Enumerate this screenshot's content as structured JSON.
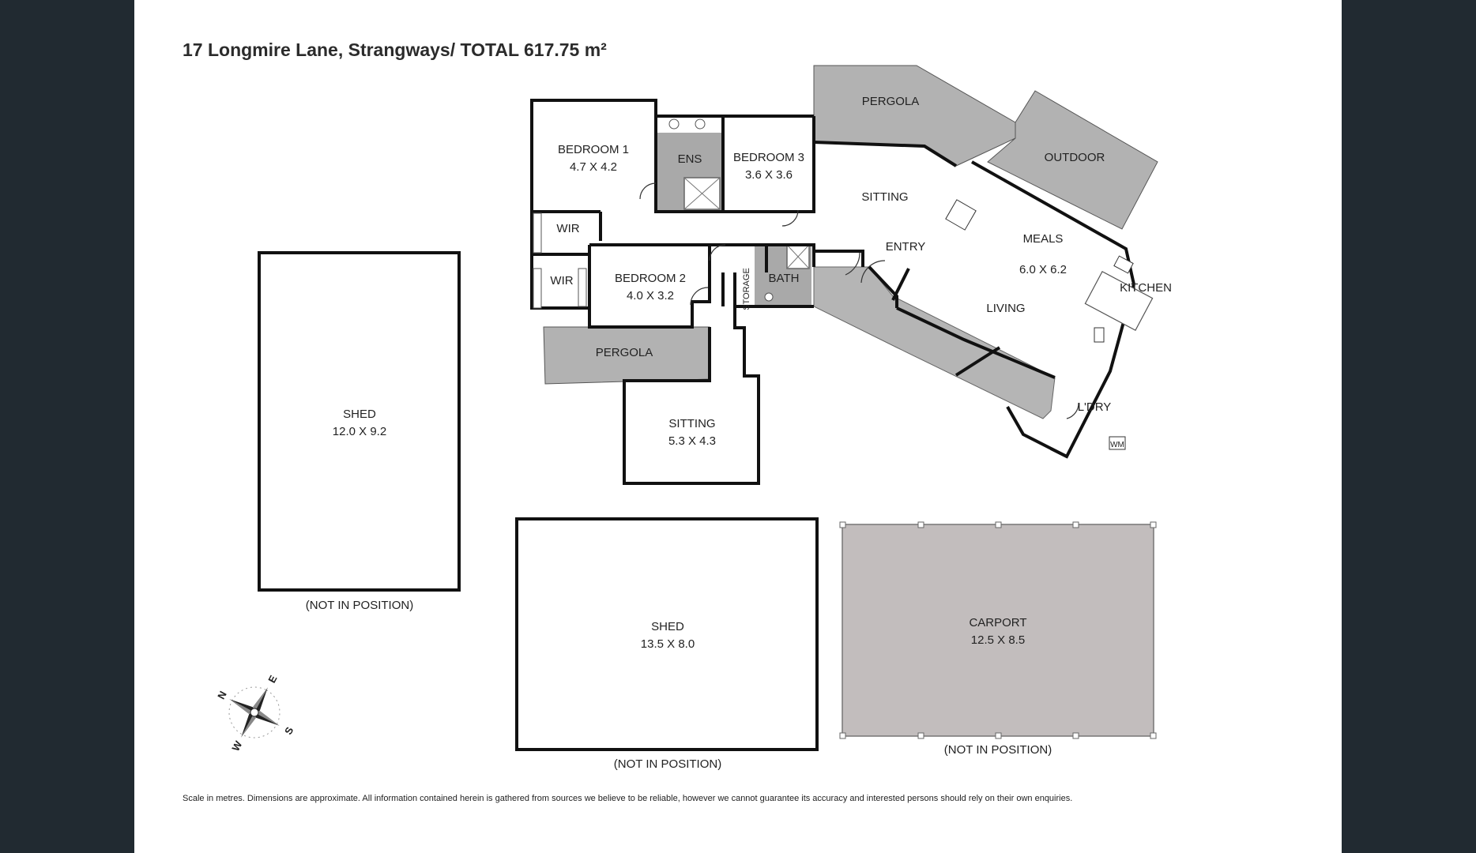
{
  "title": "17 Longmire Lane, Strangways/ TOTAL 617.75 m²",
  "rooms": {
    "bedroom1": {
      "name": "BEDROOM 1",
      "size": "4.7 X 4.2"
    },
    "ens": {
      "name": "ENS"
    },
    "bedroom3": {
      "name": "BEDROOM 3",
      "size": "3.6 X 3.6"
    },
    "wir1": {
      "name": "WIR"
    },
    "wir2": {
      "name": "WIR"
    },
    "bedroom2": {
      "name": "BEDROOM 2",
      "size": "4.0 X 3.2"
    },
    "storage": {
      "name": "STORAGE"
    },
    "bath": {
      "name": "BATH"
    },
    "pergola_top": {
      "name": "PERGOLA"
    },
    "outdoor": {
      "name": "OUTDOOR"
    },
    "sitting_top": {
      "name": "SITTING"
    },
    "entry": {
      "name": "ENTRY"
    },
    "meals": {
      "name": "MEALS",
      "size": "6.0 X 6.2"
    },
    "kitchen": {
      "name": "KITCHEN"
    },
    "living": {
      "name": "LIVING"
    },
    "laundry": {
      "name": "L'DRY"
    },
    "wm": {
      "name": "WM"
    },
    "pergola_left": {
      "name": "PERGOLA"
    },
    "sitting_lower": {
      "name": "SITTING",
      "size": "5.3 X 4.3"
    }
  },
  "outbuildings": {
    "shed_left": {
      "name": "SHED",
      "size": "12.0 X 9.2",
      "note": "(NOT IN POSITION)"
    },
    "shed_center": {
      "name": "SHED",
      "size": "13.5 X 8.0",
      "note": "(NOT IN POSITION)"
    },
    "carport": {
      "name": "CARPORT",
      "size": "12.5 X 8.5",
      "note": "(NOT IN POSITION)"
    }
  },
  "compass": {
    "n": "N",
    "e": "E",
    "s": "S",
    "w": "W"
  },
  "footer": "Scale in metres. Dimensions are approximate. All information contained herein is gathered from sources we believe to be reliable, however we cannot guarantee its accuracy and interested persons should rely on their own enquiries.",
  "colors": {
    "background": "#212a31",
    "paper": "#ffffff",
    "wall": "#111111",
    "covered_outdoor": "#b4b4b4",
    "wet_area": "#a9a9a9",
    "carport": "#c2bdbd"
  }
}
